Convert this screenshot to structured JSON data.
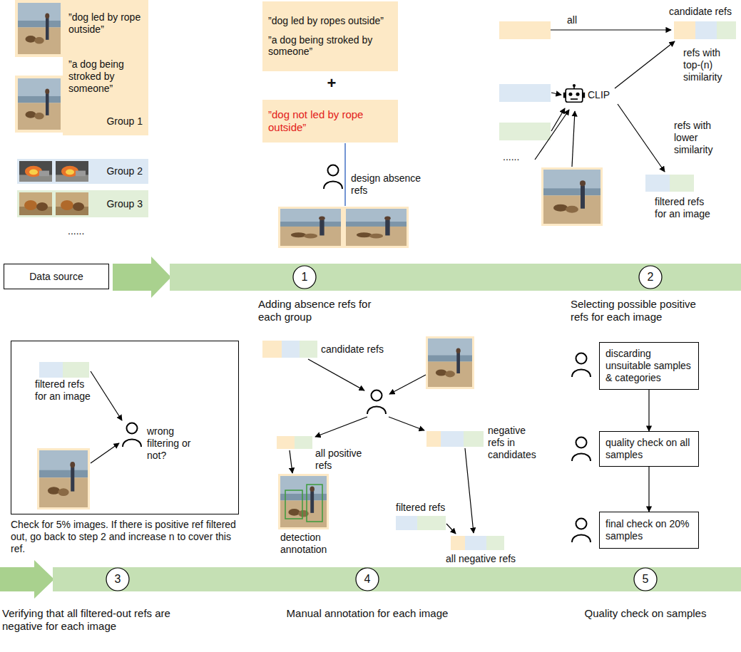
{
  "diagram": {
    "nodes": [
      {
        "text": [
          "”dog led by rope outside”",
          "”a dog being stroked by someone”",
          "Group 1"
        ]
      },
      {
        "text": [
          "Group 2"
        ]
      },
      {
        "text": [
          "Group 3"
        ]
      },
      {
        "text": [
          "”dog led by ropes outside”",
          "”a dog being stroked by someone”"
        ]
      },
      {
        "text": [
          "”dog not led by rope outside”"
        ]
      },
      {
        "text": [
          "Data source"
        ]
      },
      {
        "text": [
          "1"
        ]
      },
      {
        "text": [
          "2"
        ]
      },
      {
        "text": [
          "filtered refs for an image",
          "wrong filtering or not?"
        ]
      },
      {
        "text": [
          "discarding unsuitable samples & categories"
        ]
      },
      {
        "text": [
          "quality check on all samples"
        ]
      },
      {
        "text": [
          "final check on 20% samples"
        ]
      },
      {
        "text": [
          "3"
        ]
      },
      {
        "text": [
          "4"
        ]
      },
      {
        "text": [
          "5"
        ]
      }
    ],
    "edges": [
      {
        "from": 9,
        "to": 10,
        "arrow": "to"
      },
      {
        "from": 10,
        "to": 11,
        "arrow": "to"
      }
    ],
    "labels": [
      "......",
      "+",
      "design absence refs",
      "Adding absence refs for each group",
      "all",
      "candidate refs",
      "CLIP",
      "refs with top-(n) similarity",
      "refs with lower similarity",
      "......",
      "filtered refs for an image",
      "Selecting possible positive refs for each image",
      "Check for 5% images. If there is positive ref filtered out, go back to step 2 and increase n to cover this ref.",
      "Verifying that all filtered-out refs are negative for each image",
      "candidate refs",
      "all positive refs",
      "negative refs in candidates",
      "detection annotation",
      "filtered refs",
      "all negative refs",
      "Manual annotation for each image",
      "Quality check on samples"
    ]
  }
}
